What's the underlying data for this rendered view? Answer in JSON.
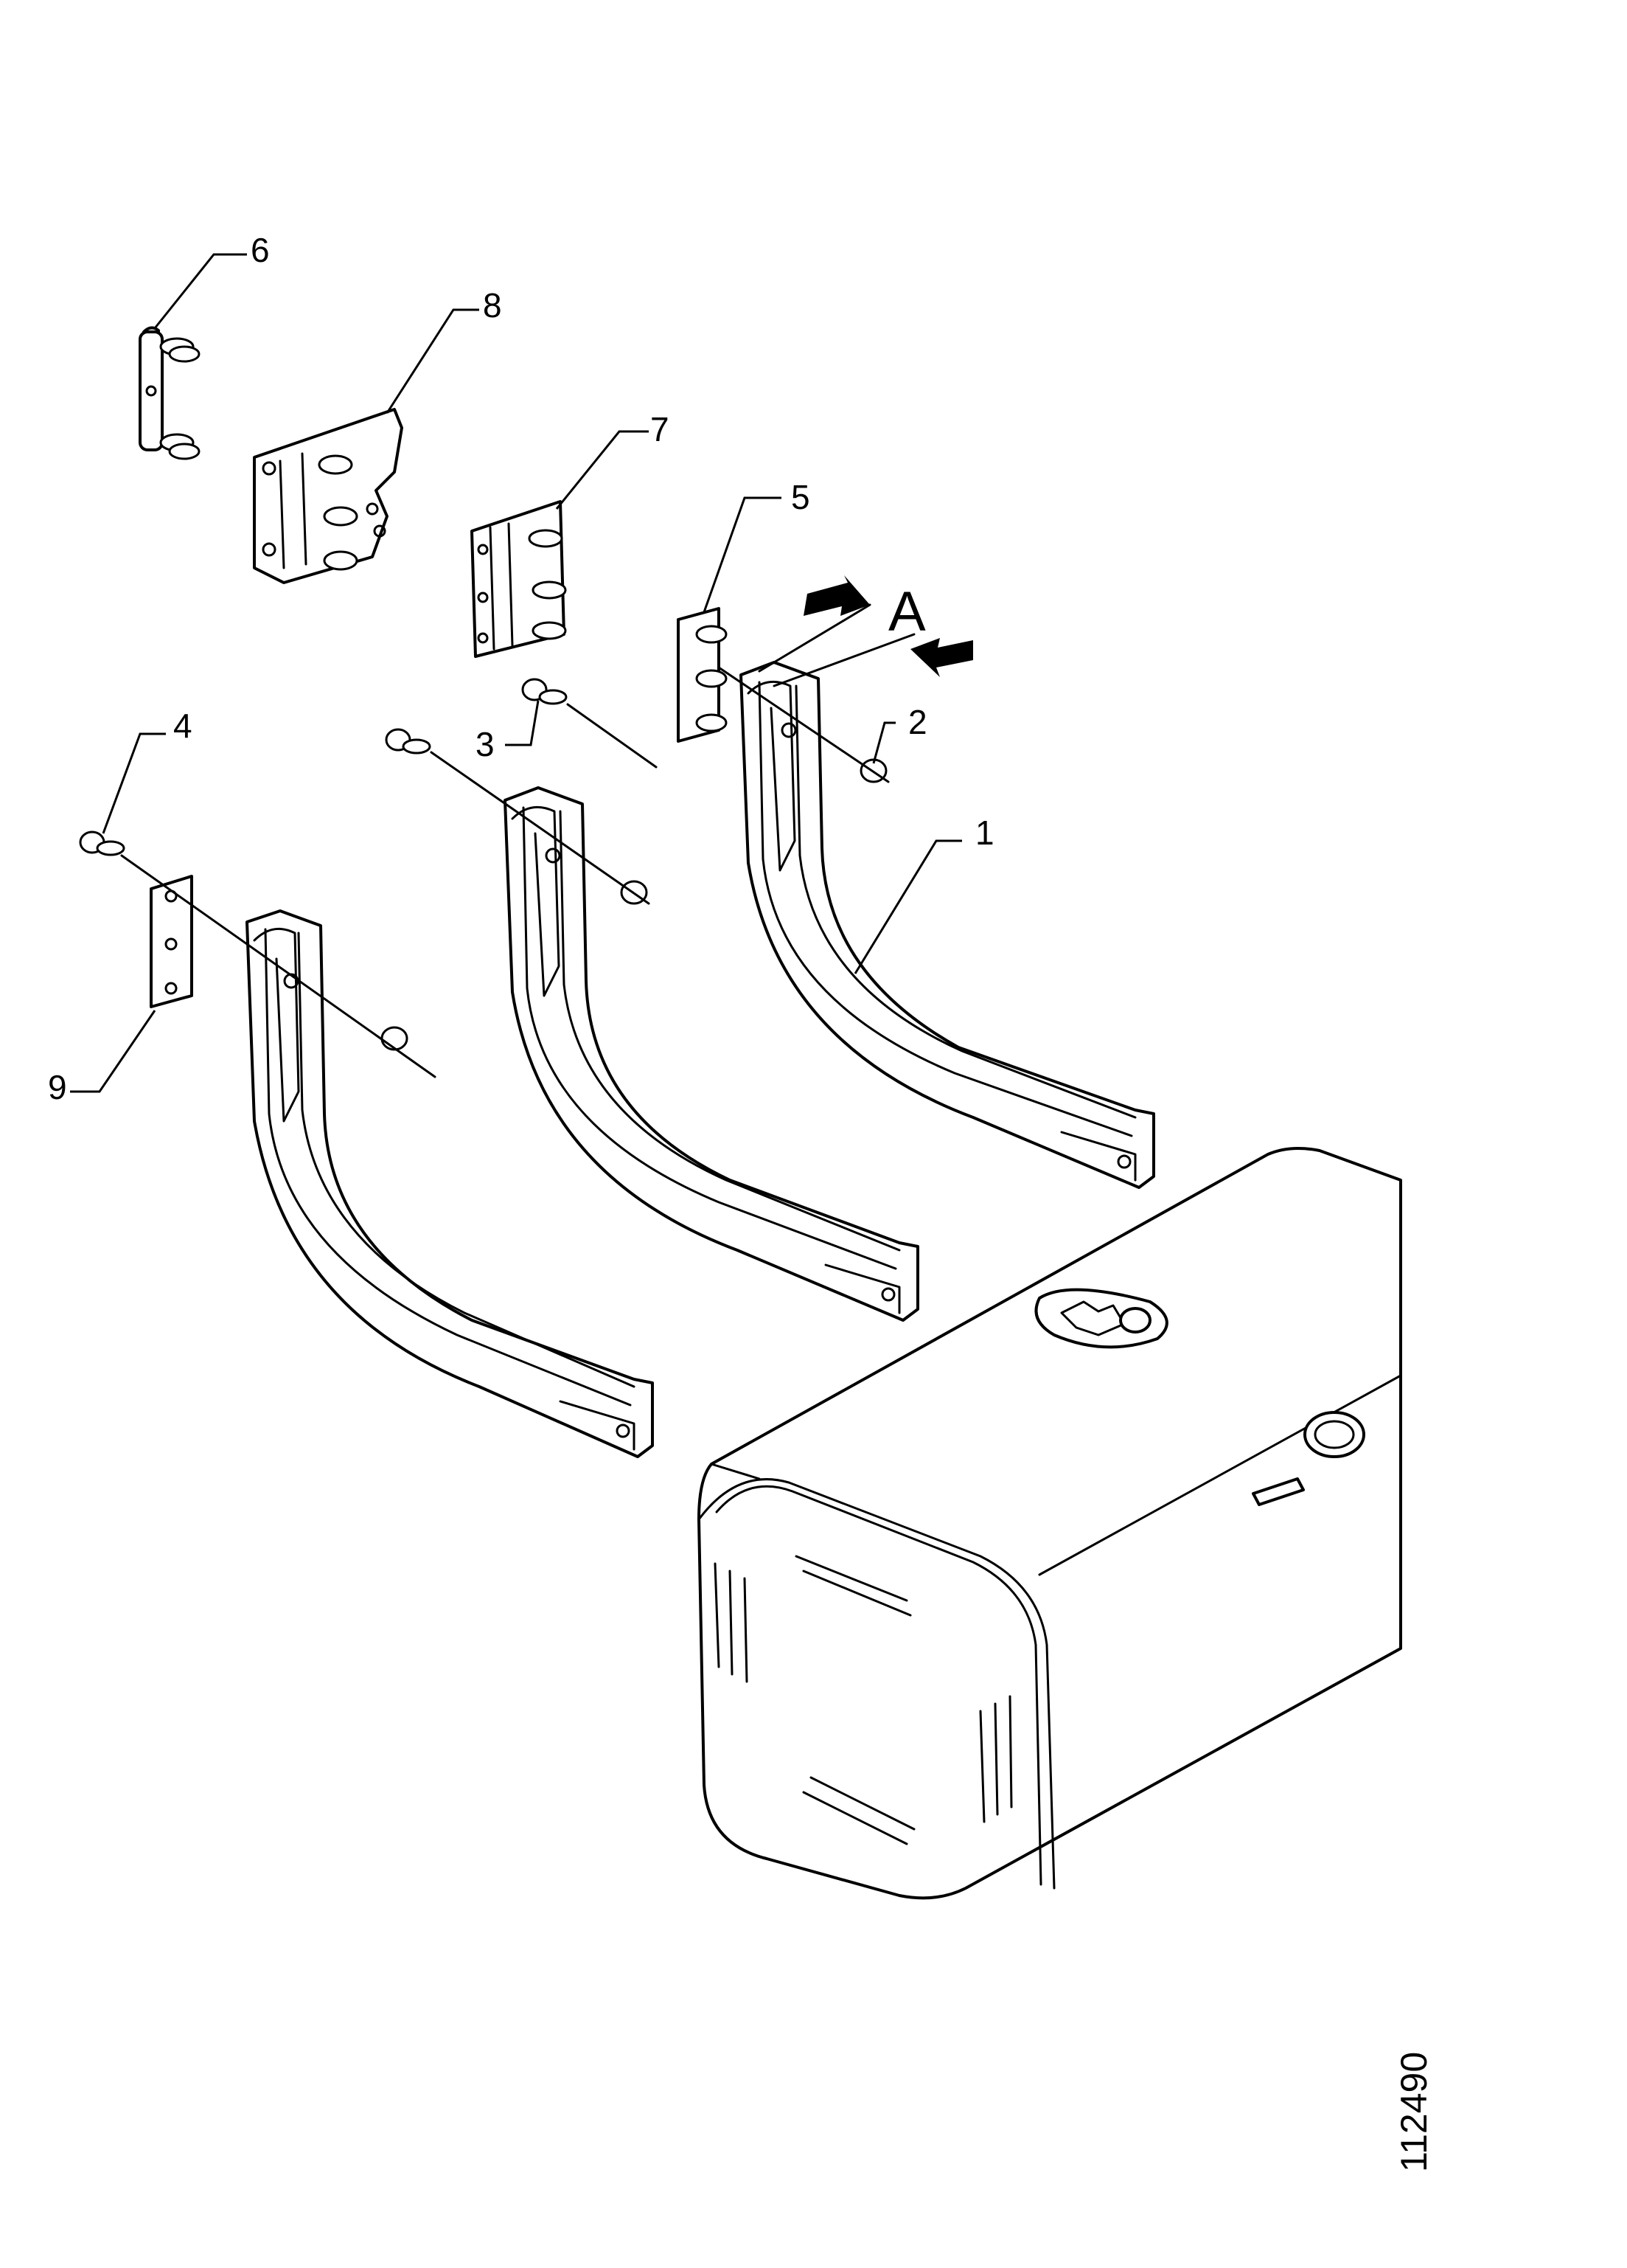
{
  "callouts": [
    "1",
    "2",
    "3",
    "4",
    "5",
    "6",
    "7",
    "8",
    "9"
  ],
  "view_label": "A",
  "figure_number": "112490"
}
